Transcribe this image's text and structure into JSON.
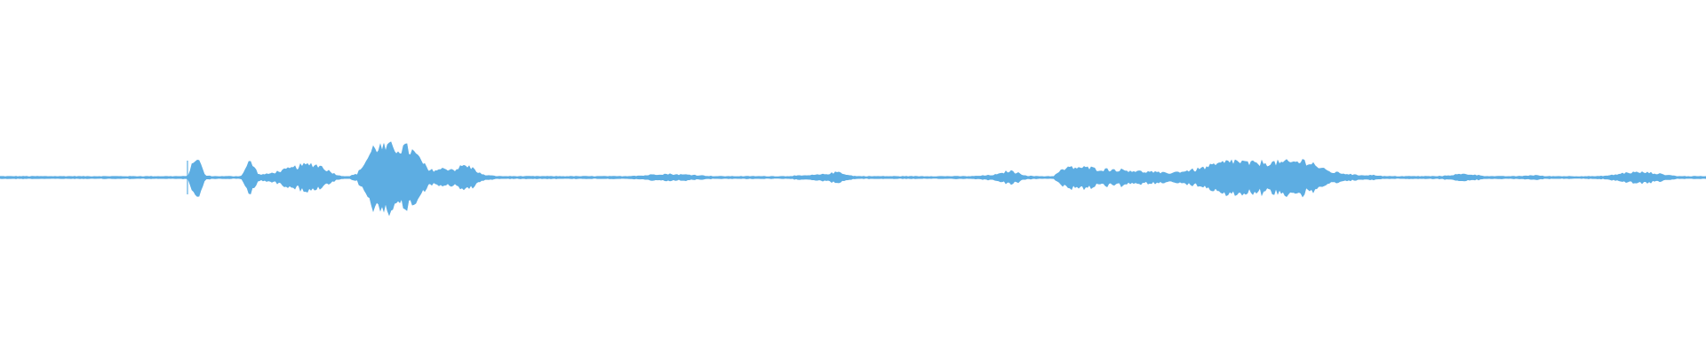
{
  "waveform": {
    "color": "#5DADE2",
    "background": "#FFFFFF",
    "amplitude_envelope": [
      0.02,
      0.02,
      0.02,
      0.02,
      0.02,
      0.02,
      0.02,
      0.02,
      0.02,
      0.02,
      0.02,
      0.02,
      0.02,
      0.02,
      0.02,
      0.02,
      0.02,
      0.02,
      0.02,
      0.02,
      0.02,
      0.02,
      0.4,
      0.03,
      0.02,
      0.02,
      0.02,
      0.02,
      0.3,
      0.05,
      0.06,
      0.1,
      0.14,
      0.18,
      0.22,
      0.24,
      0.2,
      0.1,
      0.03,
      0.02,
      0.06,
      0.3,
      0.58,
      0.52,
      0.55,
      0.54,
      0.5,
      0.34,
      0.12,
      0.14,
      0.16,
      0.14,
      0.22,
      0.16,
      0.05,
      0.03,
      0.02,
      0.02,
      0.02,
      0.02,
      0.02,
      0.02,
      0.02,
      0.02,
      0.02,
      0.02,
      0.02,
      0.02,
      0.02,
      0.02,
      0.02,
      0.03,
      0.03,
      0.05,
      0.06,
      0.06,
      0.05,
      0.05,
      0.04,
      0.03,
      0.02,
      0.02,
      0.02,
      0.02,
      0.02,
      0.02,
      0.02,
      0.02,
      0.02,
      0.03,
      0.03,
      0.04,
      0.05,
      0.07,
      0.1,
      0.04,
      0.02,
      0.02,
      0.02,
      0.02,
      0.02,
      0.02,
      0.02,
      0.02,
      0.02,
      0.02,
      0.02,
      0.02,
      0.02,
      0.02,
      0.03,
      0.04,
      0.06,
      0.12,
      0.08,
      0.03,
      0.02,
      0.02,
      0.02,
      0.14,
      0.18,
      0.18,
      0.17,
      0.15,
      0.14,
      0.14,
      0.13,
      0.12,
      0.1,
      0.1,
      0.08,
      0.08,
      0.1,
      0.12,
      0.14,
      0.18,
      0.22,
      0.26,
      0.3,
      0.28,
      0.25,
      0.26,
      0.27,
      0.26,
      0.27,
      0.28,
      0.3,
      0.26,
      0.16,
      0.1,
      0.08,
      0.06,
      0.04,
      0.04,
      0.04,
      0.02,
      0.02,
      0.02,
      0.02,
      0.02,
      0.02,
      0.02,
      0.03,
      0.05,
      0.06,
      0.05,
      0.03,
      0.02,
      0.02,
      0.02,
      0.02,
      0.03,
      0.04,
      0.02,
      0.02,
      0.02,
      0.02,
      0.02,
      0.02,
      0.02,
      0.03,
      0.05,
      0.08,
      0.09,
      0.09,
      0.08,
      0.06,
      0.04,
      0.02,
      0.02,
      0.02,
      0.02
    ],
    "noise_floor": 0.015
  }
}
